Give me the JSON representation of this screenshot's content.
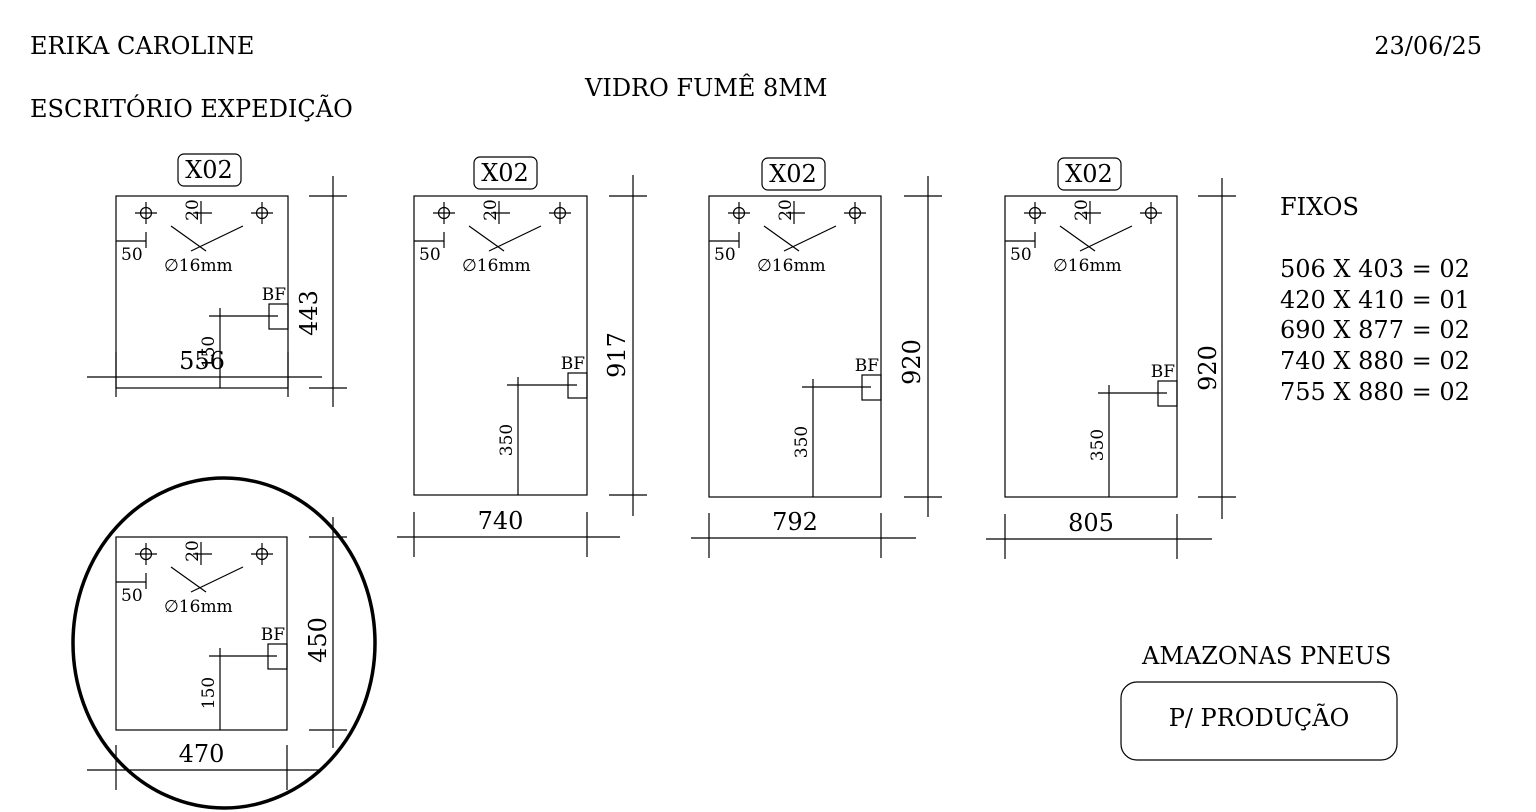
{
  "header": {
    "client": "ERIKA CAROLINE",
    "location": "ESCRITÓRIO EXPEDIÇÃO",
    "material": "VIDRO FUMÊ 8MM",
    "date": "23/06/25"
  },
  "pieces": [
    {
      "id": "piece-1",
      "qty_label": "X02",
      "width": "556",
      "height": "443",
      "hole_offset_top": "20",
      "hole_offset_left": "50",
      "hole_diameter": "∅16mm",
      "bf_label": "BF",
      "bf_offset": "150"
    },
    {
      "id": "piece-2",
      "qty_label": "X02",
      "width": "740",
      "height": "917",
      "hole_offset_top": "20",
      "hole_offset_left": "50",
      "hole_diameter": "∅16mm",
      "bf_label": "BF",
      "bf_offset": "350"
    },
    {
      "id": "piece-3",
      "qty_label": "X02",
      "width": "792",
      "height": "920",
      "hole_offset_top": "20",
      "hole_offset_left": "50",
      "hole_diameter": "∅16mm",
      "bf_label": "BF",
      "bf_offset": "350"
    },
    {
      "id": "piece-4",
      "qty_label": "X02",
      "width": "805",
      "height": "920",
      "hole_offset_top": "20",
      "hole_offset_left": "50",
      "hole_diameter": "∅16mm",
      "bf_label": "BF",
      "bf_offset": "350"
    },
    {
      "id": "piece-5",
      "qty_label": "",
      "width": "470",
      "height": "450",
      "hole_offset_top": "20",
      "hole_offset_left": "50",
      "hole_diameter": "∅16mm",
      "bf_label": "BF",
      "bf_offset": "150",
      "circled": true
    }
  ],
  "fixed_panels": {
    "title": "FIXOS",
    "items": [
      "506 X 403 = 02",
      "420 X 410 = 01",
      "690 X 877 = 02",
      "740 X 880 = 02",
      "755 X 880 = 02"
    ]
  },
  "footer": {
    "company": "AMAZONAS PNEUS",
    "status": "P/ PRODUÇÃO"
  }
}
